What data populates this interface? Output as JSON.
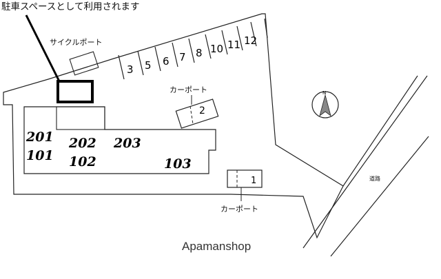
{
  "annotation": "駐車スペースとして利用されます",
  "labels": {
    "cycle_port": "サイクルポート",
    "carport_upper": "カーポート",
    "carport_lower": "カーポート",
    "road": "道路",
    "carport_upper_number": "2",
    "carport_lower_number": "1",
    "north": "N"
  },
  "units": {
    "u201": "201",
    "u101": "101",
    "u202": "202",
    "u102": "102",
    "u203": "203",
    "u103": "103"
  },
  "parking_numbers": [
    "3",
    "5",
    "6",
    "7",
    "8",
    "10",
    "11",
    "12"
  ],
  "watermark": "Apamanshop"
}
